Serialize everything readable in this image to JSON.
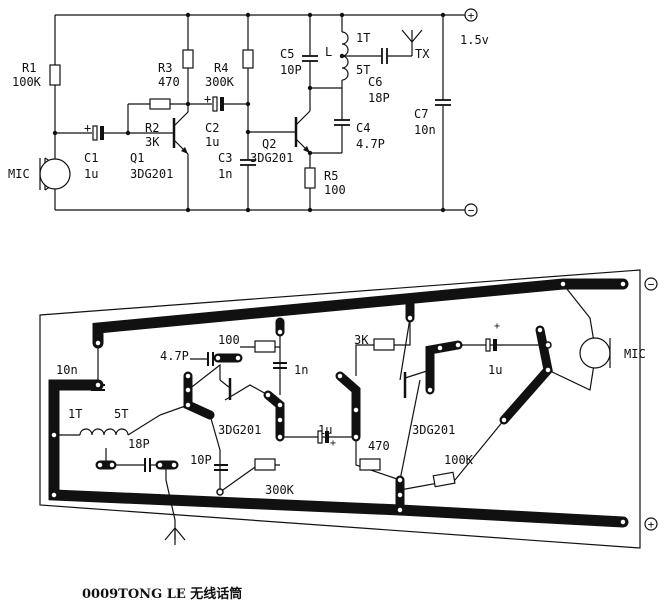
{
  "schematic": {
    "r1": {
      "ref": "R1",
      "value": "100K"
    },
    "r2": {
      "ref": "R2",
      "value": "3K"
    },
    "r3": {
      "ref": "R3",
      "value": "470"
    },
    "r4": {
      "ref": "R4",
      "value": "300K"
    },
    "r5": {
      "ref": "R5",
      "value": "100"
    },
    "c1": {
      "ref": "C1",
      "value": "1u"
    },
    "c2": {
      "ref": "C2",
      "value": "1u"
    },
    "c3": {
      "ref": "C3",
      "value": "1n"
    },
    "c4": {
      "ref": "C4",
      "value": "4.7P"
    },
    "c5": {
      "ref": "C5",
      "value": "10P"
    },
    "c6": {
      "ref": "C6",
      "value": "18P"
    },
    "c7": {
      "ref": "C7",
      "value": "10n"
    },
    "q1": {
      "ref": "Q1",
      "value": "3DG201"
    },
    "q2": {
      "ref": "Q2",
      "value": "3DG201"
    },
    "coil": {
      "ref": "L",
      "tap1": "1T",
      "tap2": "5T"
    },
    "mic": "MIC",
    "antenna": "TX",
    "supply": "1.5v",
    "plus": "+",
    "minus": "−"
  },
  "pcb": {
    "c7": "10n",
    "c4": "4.7P",
    "r5": "100",
    "c3": "1n",
    "r2": "3K",
    "c2": "1u",
    "mic": "MIC",
    "tap1": "1T",
    "tap2": "5T",
    "c6": "18P",
    "q2": "3DG201",
    "c1": "1u",
    "r3": "470",
    "q1": "3DG201",
    "r1": "100K",
    "c5": "10P",
    "r4": "300K",
    "minus": "−",
    "plus": "+"
  },
  "caption": "0009TONG LE 无线话筒"
}
